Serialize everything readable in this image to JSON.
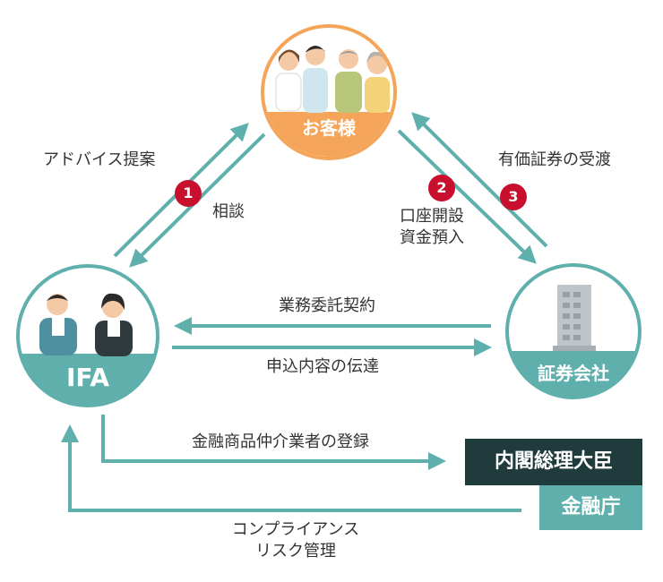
{
  "nodes": {
    "customer": {
      "label": "お客様"
    },
    "ifa": {
      "label": "IFA"
    },
    "securities": {
      "label": "証券会社"
    }
  },
  "authorities": {
    "primary": {
      "label": "内閣総理大臣"
    },
    "secondary": {
      "label": "金融庁"
    }
  },
  "edges": {
    "advice": "アドバイス提案",
    "consult": "相談",
    "account": [
      "口座開設",
      "資金預入"
    ],
    "securities_delivery": "有価証券の受渡",
    "business_contract": "業務委託契約",
    "application": "申込内容の伝達",
    "registration": "金融商品仲介業者の登録",
    "compliance": [
      "コンプライアンス",
      "リスク管理"
    ]
  },
  "badges": {
    "one": "1",
    "two": "2",
    "three": "3"
  },
  "colors": {
    "teal": "#5fb0ac",
    "orange": "#f5a55a",
    "red": "#c8102e",
    "dark": "#1f3b3c"
  }
}
